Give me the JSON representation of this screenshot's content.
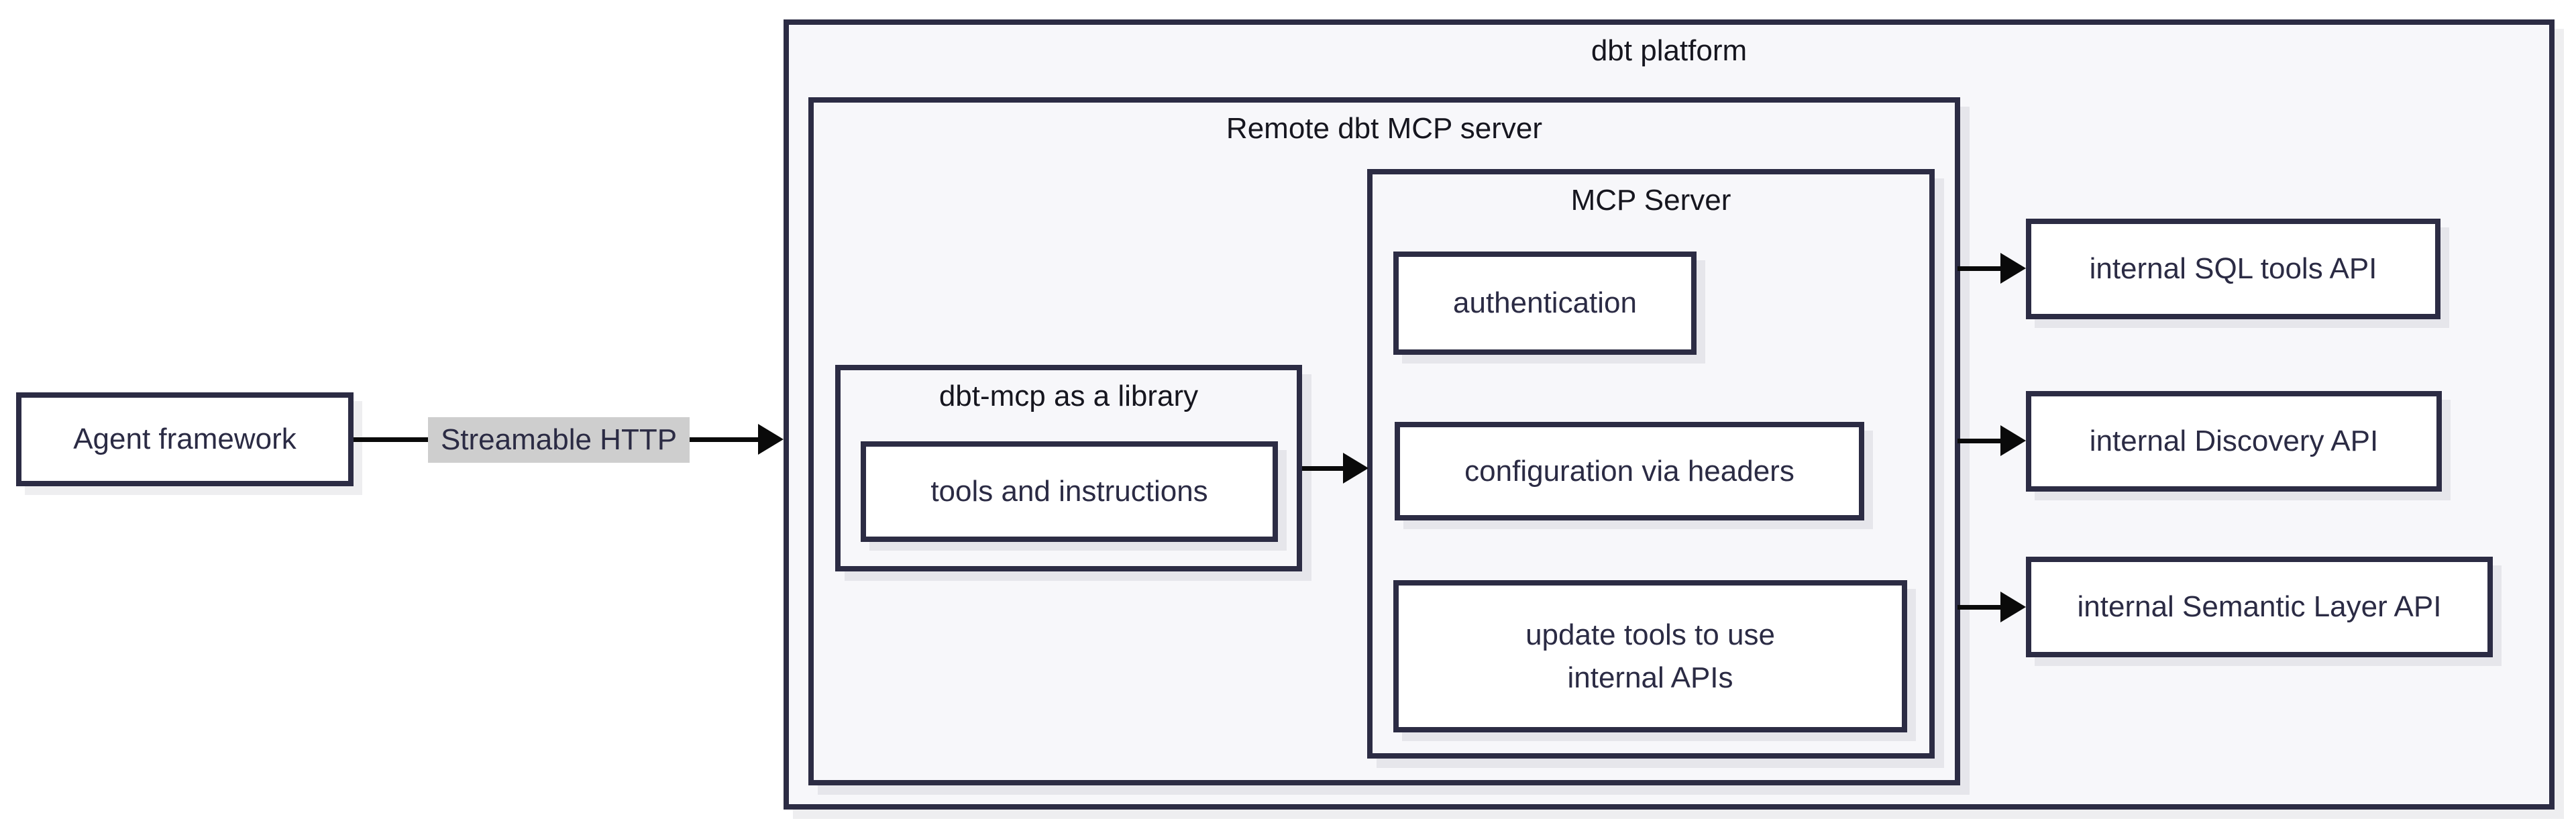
{
  "containers": {
    "dbt_platform": "dbt platform",
    "remote_dbt_mcp_server": "Remote dbt MCP server",
    "dbt_mcp_as_a_library": "dbt-mcp as a library",
    "mcp_server": "MCP Server"
  },
  "nodes": {
    "agent_framework": "Agent framework",
    "tools_and_instructions": "tools and instructions",
    "authentication": "authentication",
    "configuration_via_headers": "configuration via headers",
    "update_tools": {
      "line1": "update tools to use",
      "line2": "internal APIs"
    },
    "internal_sql_tools_api": "internal SQL tools API",
    "internal_discovery_api": "internal Discovery API",
    "internal_semantic_layer_api": "internal Semantic Layer API"
  },
  "edge_labels": {
    "streamable_http": "Streamable HTTP"
  },
  "colors": {
    "border": "#2c2c44",
    "node_fill": "#ffffff",
    "container_fill": "#f7f7fa",
    "edge": "#0a0a0a",
    "edge_label_bg": "#cecece",
    "node_text": "#2b2b44",
    "title_text": "#16161f"
  }
}
